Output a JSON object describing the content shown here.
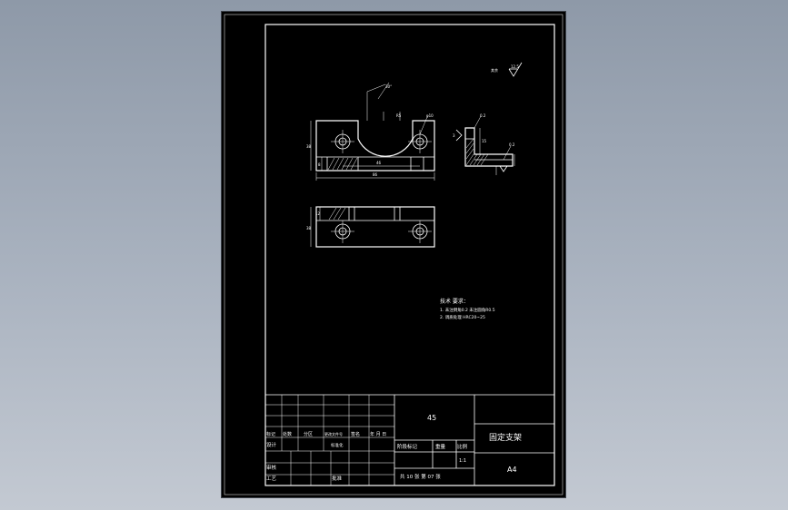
{
  "drawing": {
    "surface_symbol": {
      "label": "其余",
      "value": "12.5"
    },
    "front_view": {
      "dim_height": "38",
      "dim_angle": "30°",
      "dim_radius": "R5",
      "dim_hole": "φ10",
      "dim_inner": "46",
      "dim_total": "86",
      "dim_left": "8"
    },
    "side_view": {
      "dim_small": "3",
      "dim_a": "0.2",
      "dim_b": "15",
      "dim_c": "0.2"
    },
    "top_view": {
      "dim_height": "38",
      "dim_top": "12"
    },
    "tech_notes": {
      "title": "技术 要求：",
      "line1": "1. 未注倒角0.2 未注圆角R0.5",
      "line2": "2. 调质处理  HRC20~25"
    }
  },
  "title_block": {
    "material": "45",
    "part_name": "固定支架",
    "paper_size": "A4",
    "header_labels": [
      "标记",
      "处数",
      "分区",
      "更改文件号",
      "签名",
      "年 月 日"
    ],
    "row_design": "设计",
    "row_design_std": "标准化",
    "row_review": "审核",
    "row_process": "工艺",
    "row_approve": "批准",
    "stage_label": "阶段标记",
    "weight_label": "重量",
    "scale_label": "比例",
    "scale_value": "1:1",
    "sheet_info": "共 10 张  第 07 张"
  }
}
